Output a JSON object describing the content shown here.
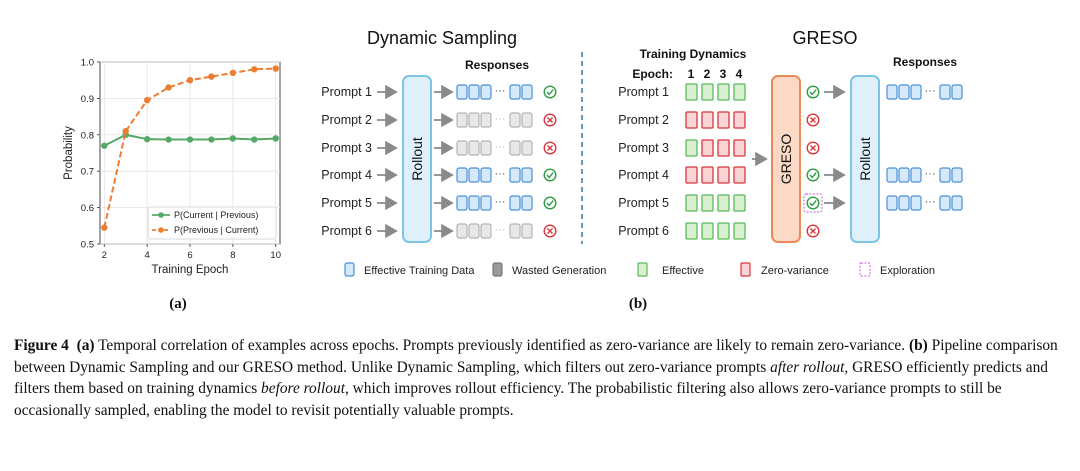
{
  "chart_data": {
    "type": "line",
    "x": [
      2,
      3,
      4,
      5,
      6,
      7,
      8,
      9,
      10
    ],
    "xlabel": "Training Epoch",
    "ylabel": "Probability",
    "xlim": [
      1.8,
      10.2
    ],
    "ylim": [
      0.5,
      1.0
    ],
    "xticks": [
      "2",
      "4",
      "6",
      "8",
      "10"
    ],
    "yticks": [
      "0.5",
      "0.6",
      "0.7",
      "0.8",
      "0.9",
      "1.0"
    ],
    "grid": true,
    "legend_position": "lower-right",
    "series": [
      {
        "name": "P(Current | Previous)",
        "color": "#55a868",
        "style": "solid",
        "values": [
          0.77,
          0.8,
          0.788,
          0.787,
          0.787,
          0.787,
          0.79,
          0.787,
          0.79
        ]
      },
      {
        "name": "P(Previous | Current)",
        "color": "#ed7d31",
        "style": "dashed",
        "values": [
          0.545,
          0.81,
          0.895,
          0.93,
          0.95,
          0.96,
          0.97,
          0.98,
          0.982
        ]
      }
    ]
  },
  "panel_a_label": "(a)",
  "panel_b_label": "(b)",
  "dynamic_sampling": {
    "title": "Dynamic Sampling",
    "responses_header": "Responses",
    "rollout_label": "Rollout",
    "prompts": [
      "Prompt 1",
      "Prompt 2",
      "Prompt 3",
      "Prompt 4",
      "Prompt 5",
      "Prompt 6"
    ],
    "kept": [
      true,
      false,
      false,
      true,
      true,
      false
    ]
  },
  "greso": {
    "title": "GRESO",
    "dynamics_header": "Training Dynamics",
    "epoch_label": "Epoch:",
    "epochs": [
      "1",
      "2",
      "3",
      "4"
    ],
    "responses_header": "Responses",
    "filter_label": "GRESO",
    "rollout_label": "Rollout",
    "prompts": [
      "Prompt 1",
      "Prompt 2",
      "Prompt 3",
      "Prompt 4",
      "Prompt 5",
      "Prompt 6"
    ],
    "dynamics": [
      [
        "G",
        "G",
        "G",
        "G"
      ],
      [
        "R",
        "R",
        "R",
        "R"
      ],
      [
        "G",
        "R",
        "R",
        "R"
      ],
      [
        "R",
        "R",
        "R",
        "R"
      ],
      [
        "G",
        "G",
        "G",
        "G"
      ],
      [
        "G",
        "G",
        "G",
        "G"
      ]
    ],
    "decision": [
      "keep",
      "drop",
      "drop",
      "keep",
      "explore",
      "drop"
    ]
  },
  "legend": {
    "effective_training_data": "Effective Training Data",
    "wasted_generation": "Wasted Generation",
    "effective": "Effective",
    "zero_variance": "Zero-variance",
    "exploration": "Exploration"
  },
  "colors": {
    "blue_fill": "#d6e9fb",
    "blue_stroke": "#4a90d9",
    "gray_fill": "#e8e8e8",
    "gray_stroke": "#b5b5b5",
    "green_fill": "#d8f0d0",
    "green_stroke": "#5cb85c",
    "red_fill": "#f8d4d4",
    "red_stroke": "#d9363e",
    "orange_fill": "#fcd9c4",
    "orange_stroke": "#ee8a5a",
    "rollout_fill": "#dff0fb",
    "rollout_stroke": "#7cc4ea",
    "purple": "#c77dd6"
  },
  "caption": {
    "fig_label": "Figure 4",
    "a_label": "(a)",
    "a_text": " Temporal correlation of examples across epochs. Prompts previously identified as zero-variance are likely to remain zero-variance. ",
    "b_label": "(b)",
    "b_text1": " Pipeline comparison between Dynamic Sampling and our GRESO method. Unlike Dynamic Sampling, which filters out zero-variance prompts ",
    "b_italic1": "after rollout",
    "b_text2": ", GRESO efficiently predicts and filters them based on training dynamics ",
    "b_italic2": "before rollout",
    "b_text3": ", which improves rollout efficiency. The probabilistic filtering also allows zero-variance prompts to still be occasionally sampled, enabling the model to revisit potentially valuable prompts."
  }
}
